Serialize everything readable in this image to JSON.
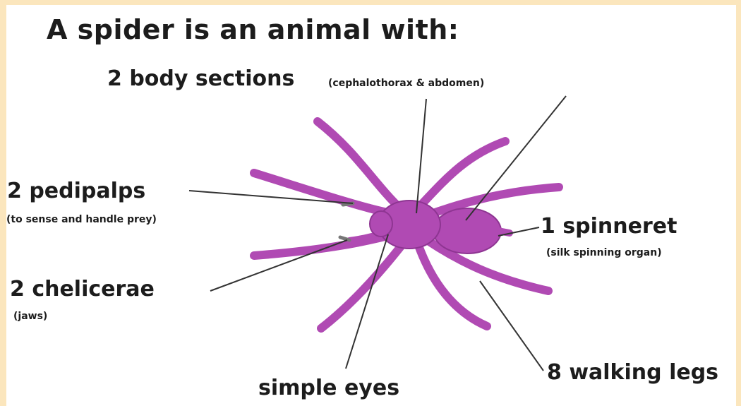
{
  "title": "A spider is an animal with:",
  "labels": {
    "body_sections": {
      "main": "2 body sections",
      "sub": "(cephalothorax & abdomen)"
    },
    "pedipalps": {
      "main": "2 pedipalps",
      "sub": "(to sense and handle prey)"
    },
    "chelicerae": {
      "main": "2 chelicerae",
      "sub": "(jaws)"
    },
    "spinneret": {
      "main": "1 spinneret",
      "sub": "(silk spinning organ)"
    },
    "simple_eyes": {
      "main": "simple eyes"
    },
    "walking_legs": {
      "main": "8 walking legs"
    }
  },
  "colors": {
    "border": "#fbe6bd",
    "background": "#ffffff",
    "spider_body": "#b04ab3",
    "spider_outline": "#8e3592",
    "leader_line": "#333333",
    "text": "#1c1c1c"
  }
}
